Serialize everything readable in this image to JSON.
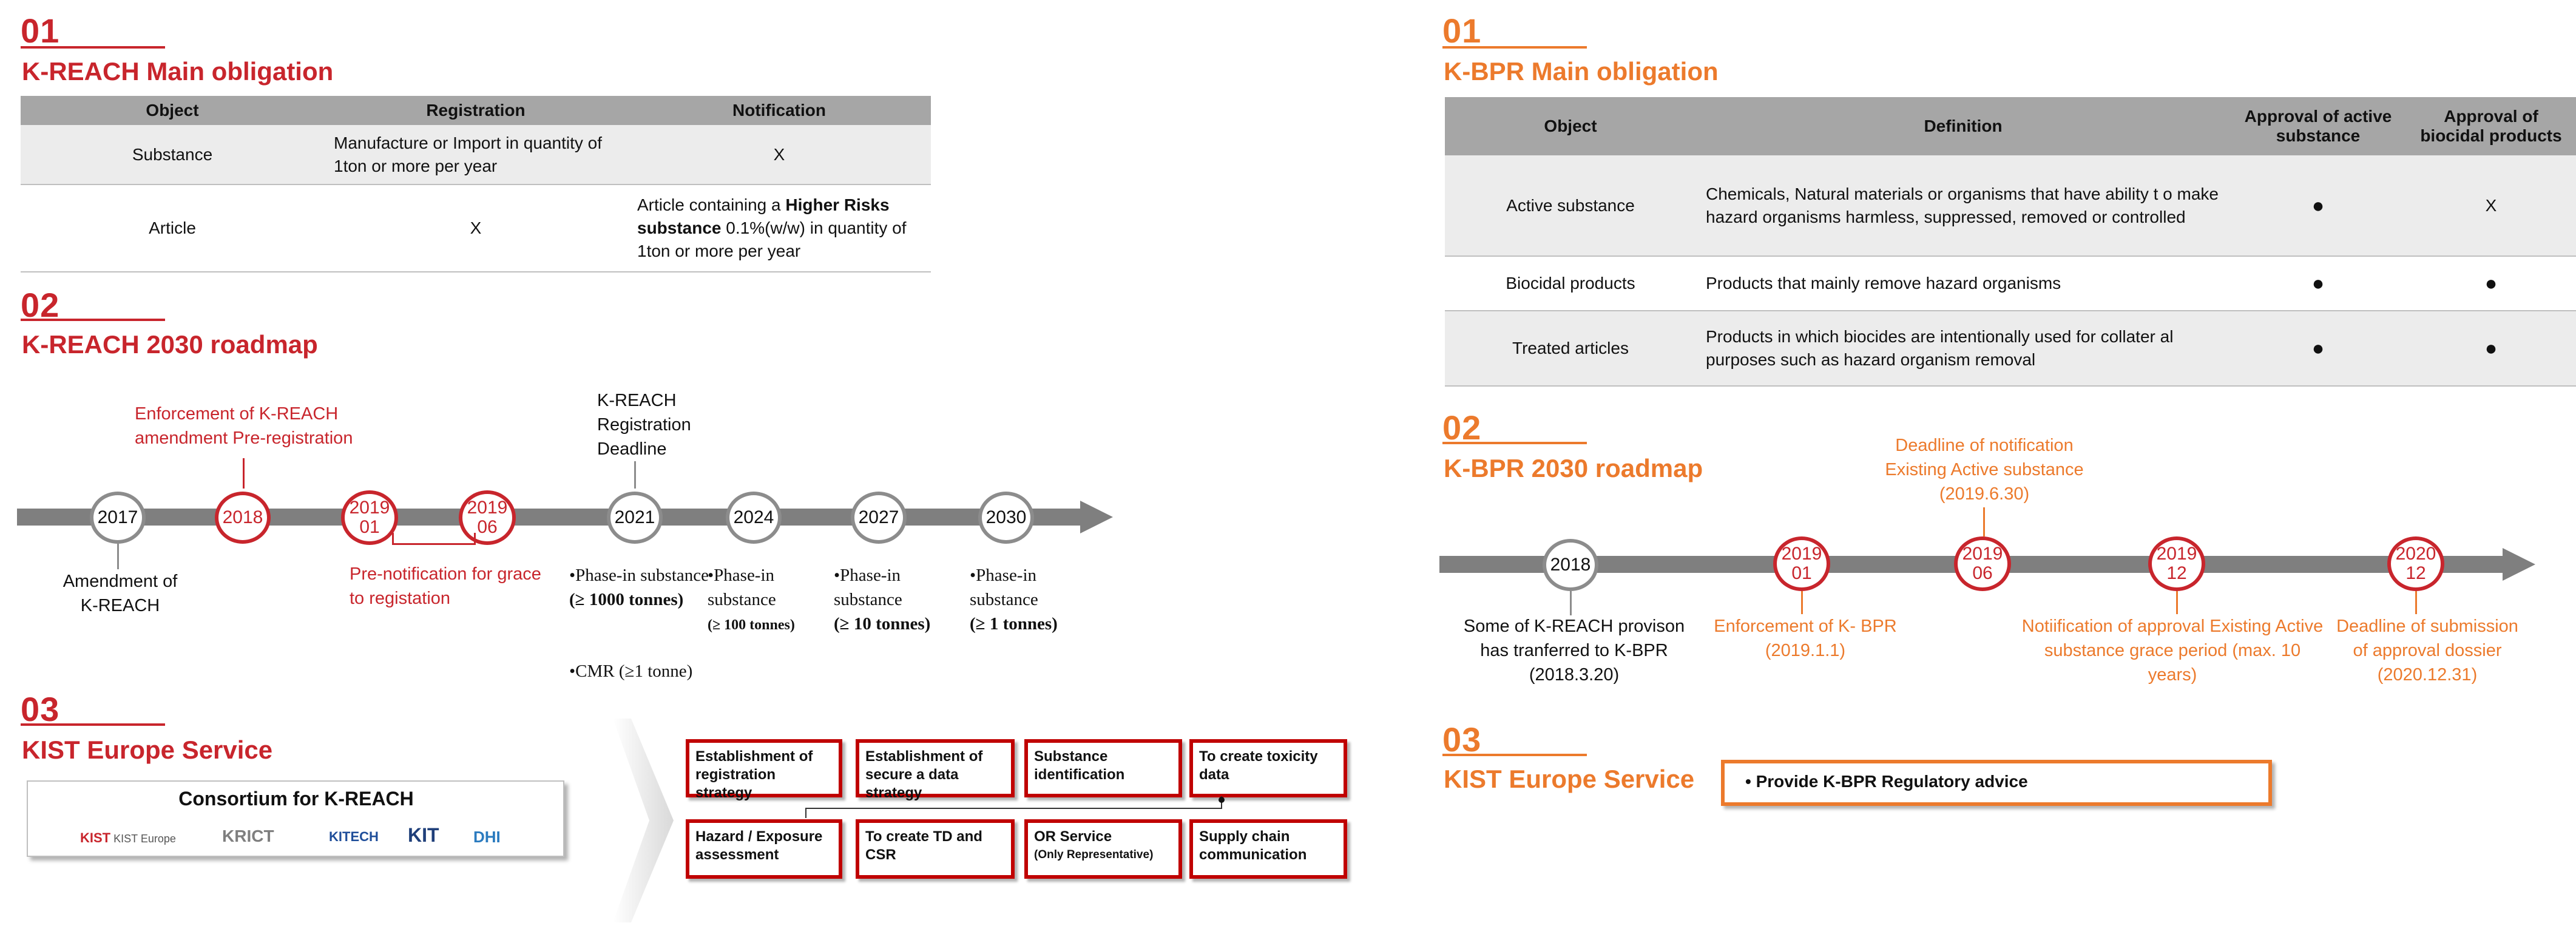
{
  "left": {
    "s1": {
      "num": "01",
      "title": "K-REACH Main obligation"
    },
    "table1": {
      "headers": [
        "Object",
        "Registration",
        "Notification"
      ],
      "rows": [
        {
          "object": "Substance",
          "registration": "Manufacture or Import in quantity of 1ton or more per year",
          "notification": "X"
        },
        {
          "object": "Article",
          "registration": "X",
          "notification_pre": "Article containing a ",
          "notification_bold": "Higher Risks substance",
          "notification_post": " 0.1%(w/w) in quantity of 1ton or more per year"
        }
      ]
    },
    "s2": {
      "num": "02",
      "title": "K-REACH 2030 roadmap"
    },
    "roadmap": {
      "above_2018": "Enforcement of K-REACH amendment Pre-registration",
      "above_2021": "K-REACH Registration Deadline",
      "nodes": [
        {
          "label": "2017"
        },
        {
          "label": "2018"
        },
        {
          "label": "2019\n01"
        },
        {
          "label": "2019\n06"
        },
        {
          "label": "2021"
        },
        {
          "label": "2024"
        },
        {
          "label": "2027"
        },
        {
          "label": "2030"
        }
      ],
      "below_2017": "Amendment of K-REACH",
      "below_2019": "Pre-notification for grace to registation",
      "phase_2021": {
        "text": "•Phase-in substance",
        "amount": "(≥ 1000 tonnes)"
      },
      "phase_2024": {
        "text": "•Phase-in substance",
        "amount": "(≥ 100 tonnes)"
      },
      "phase_2027": {
        "text": "•Phase-in substance",
        "amount": "(≥ 10 tonnes)"
      },
      "phase_2030": {
        "text": "•Phase-in substance",
        "amount": "(≥ 1 tonnes)"
      },
      "cmr": "•CMR (≥1 tonne)"
    },
    "s3": {
      "num": "03",
      "title": "KIST Europe Service"
    },
    "consortium": {
      "title": "Consortium for K-REACH",
      "logos": [
        "KIST Europe",
        "KRICT",
        "KITECH",
        "KIT",
        "DHI"
      ]
    },
    "services": [
      "Establishment of registration strategy",
      "Establishment of secure a data strategy",
      "Substance identification",
      "To create toxicity data",
      "Hazard / Exposure assessment",
      "To create TD and CSR",
      "OR Service",
      "Supply chain communication"
    ],
    "or_sub": "(Only Representative)"
  },
  "right": {
    "s1": {
      "num": "01",
      "title": "K-BPR Main obligation"
    },
    "table2": {
      "headers": [
        "Object",
        "Definition",
        "Approval of active substance",
        "Approval of biocidal products"
      ],
      "rows": [
        {
          "object": "Active substance",
          "definition": "Chemicals, Natural materials or organisms that have ability t o make hazard organisms harmless, suppressed, removed or controlled",
          "a": "●",
          "b": "X"
        },
        {
          "object": "Biocidal products",
          "definition": "Products that mainly remove hazard organisms",
          "a": "●",
          "b": "●"
        },
        {
          "object": "Treated articles",
          "definition": "Products in which biocides are intentionally used for collater al purposes such as hazard organism removal",
          "a": "●",
          "b": "●"
        }
      ]
    },
    "s2": {
      "num": "02",
      "title": "K-BPR 2030 roadmap"
    },
    "roadmap": {
      "above_2019_06": "Deadline of notification Existing Active substance (2019.6.30)",
      "nodes": [
        {
          "label": "2018"
        },
        {
          "label": "2019\n01"
        },
        {
          "label": "2019\n06"
        },
        {
          "label": "2019\n12"
        },
        {
          "label": "2020\n12"
        }
      ],
      "below_2018": "Some  of K-REACH provison has tranferred to K-BPR (2018.3.20)",
      "below_2019_01": "Enforcement of K- BPR (2019.1.1)",
      "below_2019_12": "Notiification of approval  Existing Active substance grace period (max. 10 years)",
      "below_2020_12": "Deadline of submission of approval dossier (2020.12.31)"
    },
    "s3": {
      "num": "03",
      "title": "KIST Europe Service"
    },
    "service": "•  Provide K-BPR Regulatory advice"
  }
}
